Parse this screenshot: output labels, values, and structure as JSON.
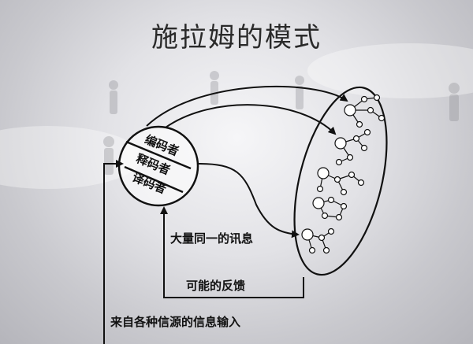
{
  "title": "施拉姆的模式",
  "circle_roles": [
    "编码者",
    "释码者",
    "译码者"
  ],
  "labels": {
    "same_message": "大量同一的讯息",
    "feedback": "可能的反馈",
    "input": "来自各种信源的信息输入"
  },
  "colors": {
    "line": "#111111",
    "background": "#d6d6da"
  }
}
